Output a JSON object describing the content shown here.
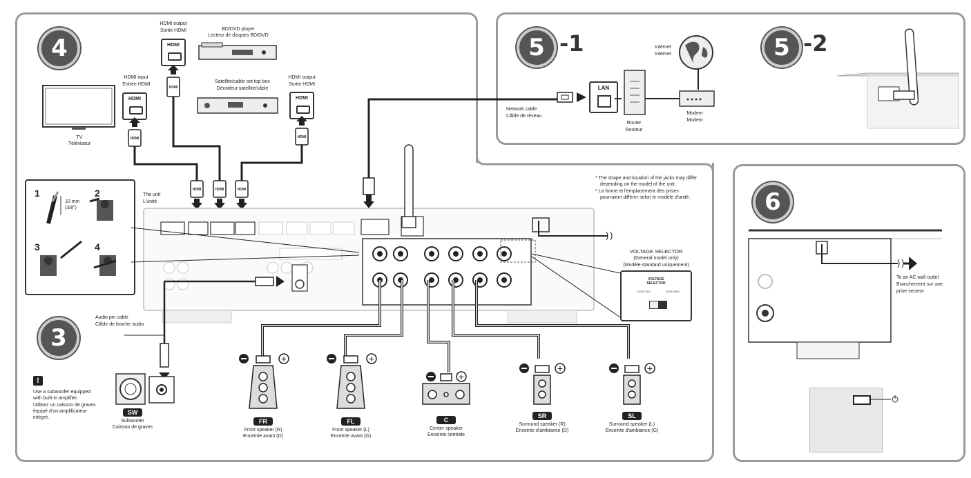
{
  "steps": {
    "s4": "4",
    "s5_1_num": "5",
    "s5_1_suffix": "-1",
    "s5_2_num": "5",
    "s5_2_suffix": "-2",
    "s6": "6",
    "s3": "3"
  },
  "hdmi": {
    "label": "HDMI",
    "output_en": "HDMI output",
    "output_fr": "Sortie HDMI",
    "input_en": "HDMI input",
    "input_fr": "Entrée HDMI",
    "output2_en": "HDMI output",
    "output2_fr": "Sortie HDMI"
  },
  "devices": {
    "bd_en": "BD/DVD player",
    "bd_fr": "Lecteur de disques BD/DVD",
    "sat_en": "Satellite/cable set top box",
    "sat_fr": "Décodeur satellite/câble",
    "tv_en": "TV",
    "tv_fr": "Téléviseur",
    "unit_en": "The unit",
    "unit_fr": "L'unité"
  },
  "speaker_wire": {
    "step1": "1",
    "step2": "2",
    "step3": "3",
    "step4": "4",
    "length": "10 mm",
    "length_in": "(3/8\")"
  },
  "network": {
    "internet_en": "Internet",
    "internet_fr": "Internet",
    "lan": "LAN",
    "cable_en": "Network cable",
    "cable_fr": "Câble de réseau",
    "router_en": "Router",
    "router_fr": "Routeur",
    "modem_en": "Modem",
    "modem_fr": "Modem"
  },
  "notes": {
    "n1": "* The shape and location of the jacks may differ",
    "n1b": "depending on the model of the unit.",
    "n2": "* La forme et l'emplacement des prises",
    "n2b": "pourraient différer selon le modèle d'unité."
  },
  "voltage": {
    "title": "VOLTAGE SELECTOR",
    "sub_en": "(General model only)",
    "sub_fr": "(Modèle standard uniquement)",
    "box_title1": "VOLTAGE",
    "box_title2": "SELECTOR",
    "opt1": "110V-120V",
    "opt2": "220V-240V"
  },
  "power": {
    "en": "To an AC wall outlet",
    "fr1": "Branchement sur une",
    "fr2": "prise secteur"
  },
  "audio": {
    "cable_en": "Audio pin cable",
    "cable_fr": "Câble de broche audio"
  },
  "subwoofer_note": {
    "l1": "Use a subwoofer equipped",
    "l2": "with built-in amplifier.",
    "l3": "Utilisez un caisson de graves",
    "l4": "équipé d'un amplificateur",
    "l5": "intégré."
  },
  "speakers": [
    {
      "tag": "SW",
      "en": "Subwoofer",
      "fr": "Caisson de graves"
    },
    {
      "tag": "FR",
      "en": "Front speaker (R)",
      "fr": "Enceinte avant (D)"
    },
    {
      "tag": "FL",
      "en": "Front speaker (L)",
      "fr": "Enceinte avant (G)"
    },
    {
      "tag": "C",
      "en": "Center speaker",
      "fr": "Enceinte centrale"
    },
    {
      "tag": "SR",
      "en": "Surround speaker (R)",
      "fr": "Enceinte d'ambiance (D)"
    },
    {
      "tag": "SL",
      "en": "Surround speaker (L)",
      "fr": "Enceinte d'ambiance (G)"
    }
  ],
  "colors": {
    "border": "#9a9a9a",
    "step": "#555555",
    "dark": "#222222"
  }
}
